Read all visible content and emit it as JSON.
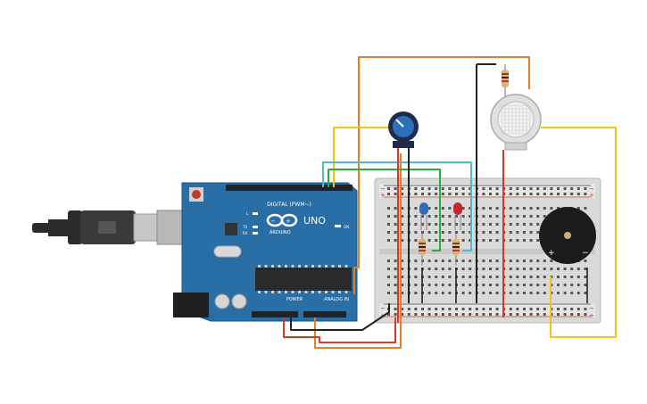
{
  "arduino": {
    "brand_label": "ARDUINO",
    "model_label": "UNO",
    "digital_header_label": "DIGITAL (PWM~)",
    "power_header_label": "POWER",
    "analog_header_label": "ANALOG IN",
    "on_led_label": "ON",
    "tx_label": "TX",
    "rx_label": "RX",
    "l_label": "L",
    "board_color": "#2a6ea6"
  },
  "components": {
    "usb_cable": {
      "icon": "usb-cable-icon"
    },
    "potentiometer": {
      "icon": "potentiometer-icon"
    },
    "gas_sensor": {
      "icon": "gas-sensor-icon"
    },
    "buzzer": {
      "icon": "buzzer-icon",
      "plus_label": "+",
      "minus_label": "−"
    },
    "led_blue": {
      "icon": "led-icon",
      "color": "#2f6fba"
    },
    "led_red": {
      "icon": "led-icon",
      "color": "#c8262c"
    }
  },
  "wires": {
    "colors": {
      "orange": "#e67e22",
      "yellow": "#f1c40f",
      "cyan": "#48c0cc",
      "green": "#27ae3b",
      "black": "#222222",
      "red": "#d33a2a"
    }
  }
}
